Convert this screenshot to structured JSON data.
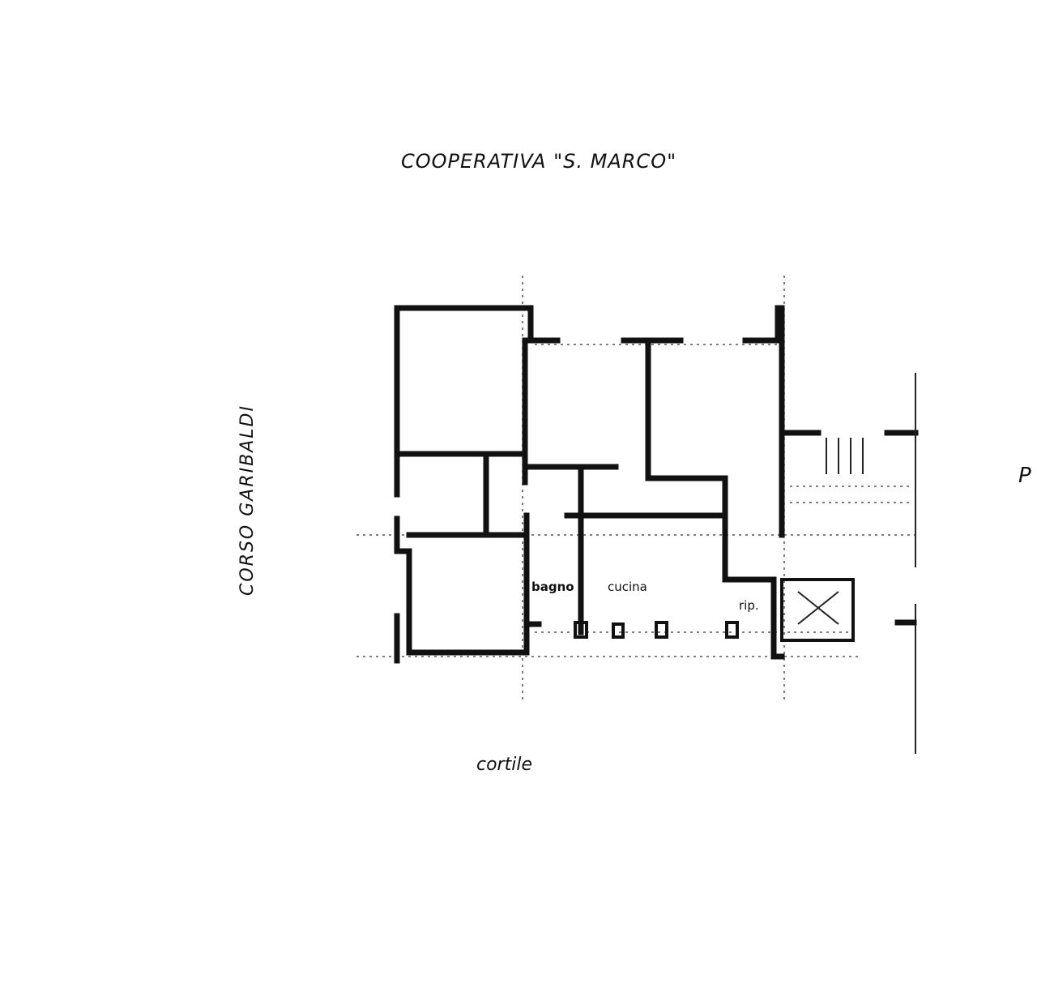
{
  "title": "COOPERATIVA \"S. MARCO\"",
  "street_label": "CORSO GARIBALDI",
  "courtyard_label": "cortile",
  "rooms": {
    "bathroom": "bagno",
    "kitchen": "cucina",
    "storage": "rip."
  },
  "edge_fragment": "P"
}
